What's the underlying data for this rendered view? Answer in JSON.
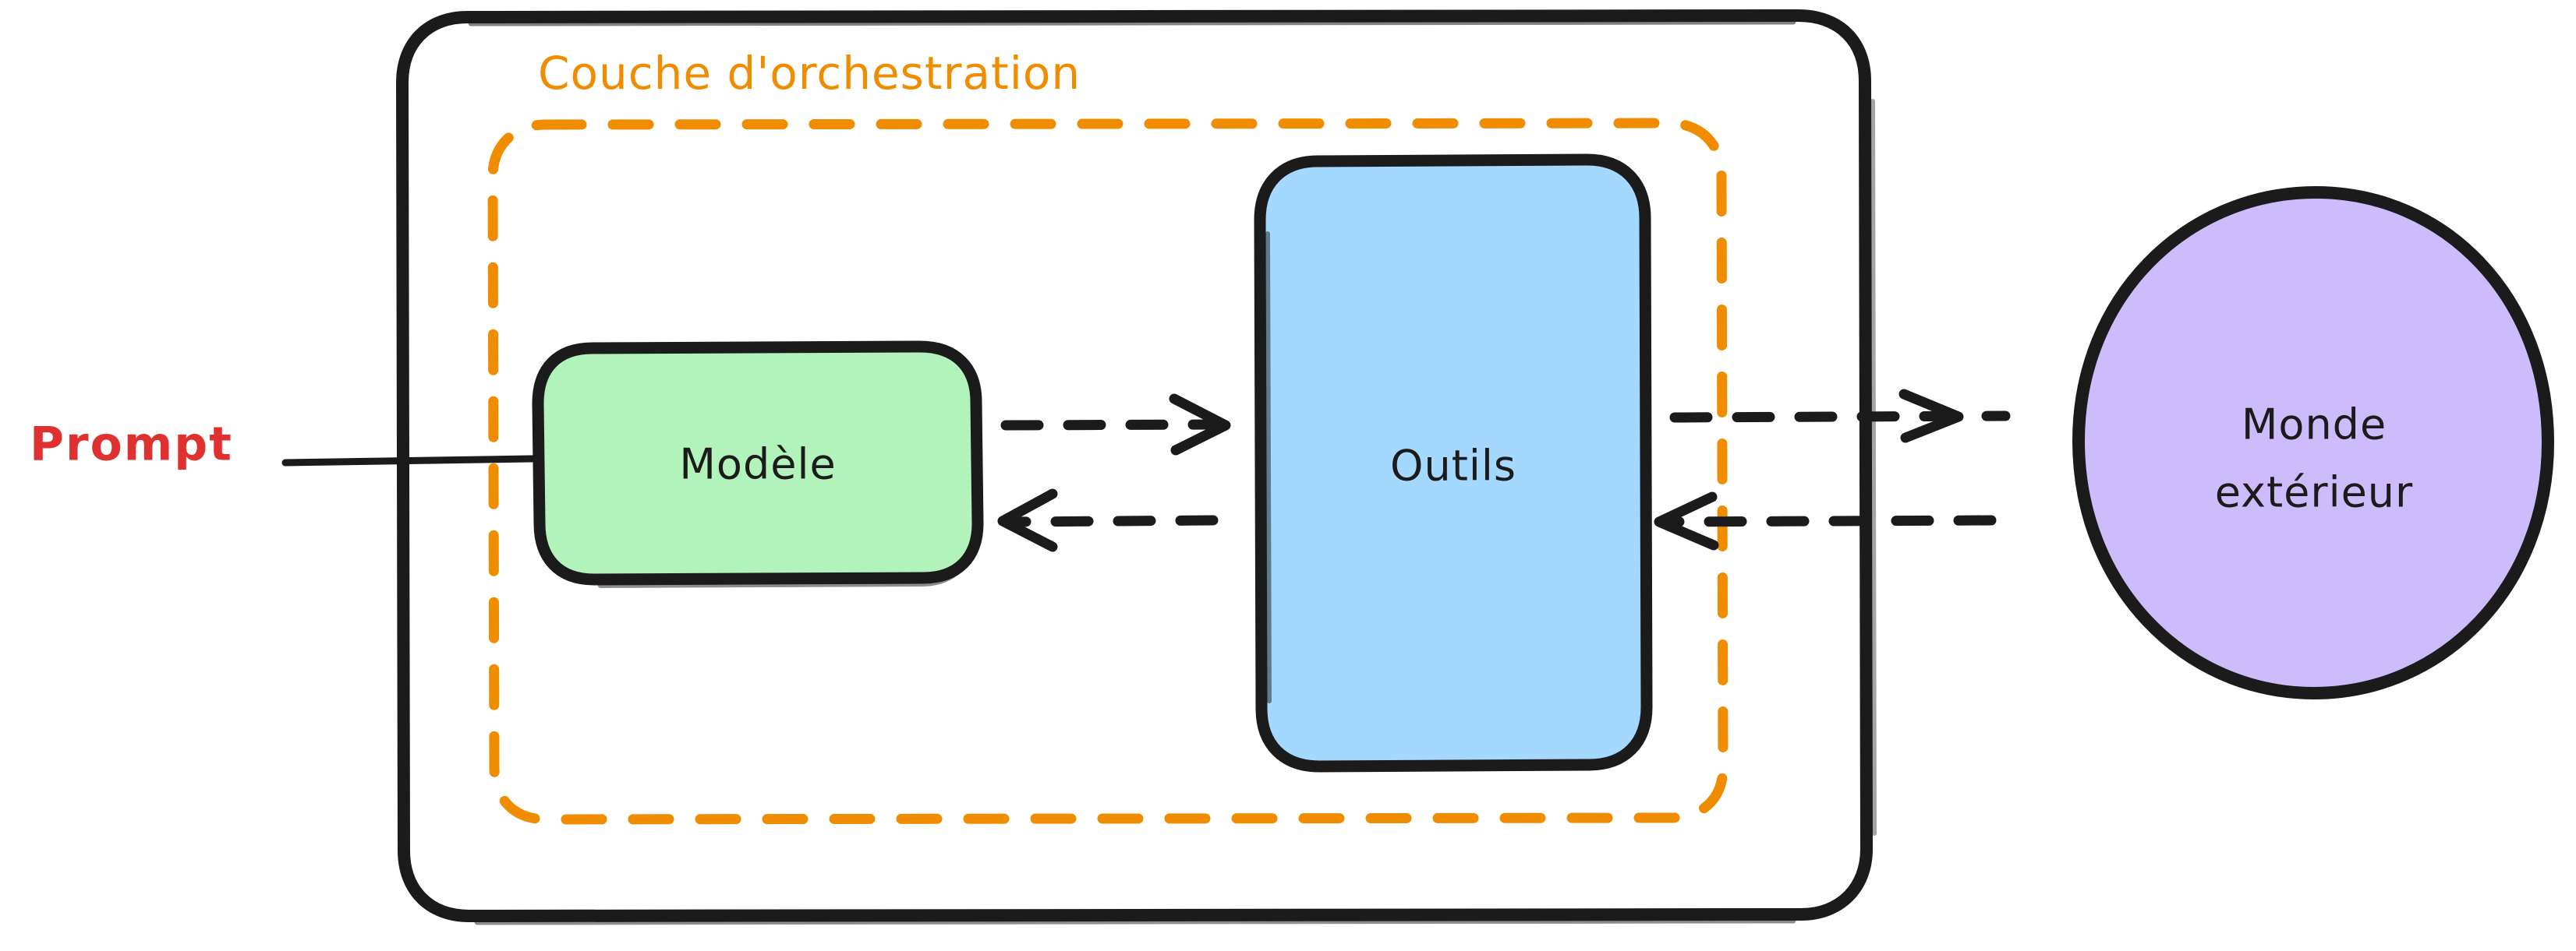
{
  "diagram": {
    "title_visible": false,
    "background_color": "#ffffff",
    "orchestration": {
      "label": "Couche d'orchestration",
      "boundary_color": "#f08c00",
      "boundary_style": "dashed",
      "container_border_color": "#1b1b1b"
    },
    "nodes": [
      {
        "id": "modele",
        "label": "Modèle",
        "shape": "rounded-rect",
        "fill": "#b2f2bb",
        "stroke": "#1b1b1b"
      },
      {
        "id": "outils",
        "label": "Outils",
        "shape": "rounded-rect",
        "fill": "#a5d8ff",
        "stroke": "#1b1b1b"
      },
      {
        "id": "monde-exterieur",
        "label": "Monde extérieur",
        "label_line_1": "Monde",
        "label_line_2": "extérieur",
        "shape": "circle",
        "fill": "#cdbcfc",
        "stroke": "#1b1b1b"
      }
    ],
    "input": {
      "label": "Prompt",
      "color": "#e03131",
      "connector_style": "solid",
      "connector_color": "#1b1b1b",
      "target": "modele"
    },
    "edges": [
      {
        "id": "modele-to-outils",
        "from": "modele",
        "to": "outils",
        "style": "dashed",
        "direction": "right",
        "color": "#1b1b1b"
      },
      {
        "id": "outils-to-modele",
        "from": "outils",
        "to": "modele",
        "style": "dashed",
        "direction": "left",
        "color": "#1b1b1b"
      },
      {
        "id": "outils-to-monde",
        "from": "outils",
        "to": "monde-exterieur",
        "style": "dashed",
        "direction": "right",
        "color": "#1b1b1b"
      },
      {
        "id": "monde-to-outils",
        "from": "monde-exterieur",
        "to": "outils",
        "style": "dashed",
        "direction": "left",
        "color": "#1b1b1b"
      }
    ]
  }
}
